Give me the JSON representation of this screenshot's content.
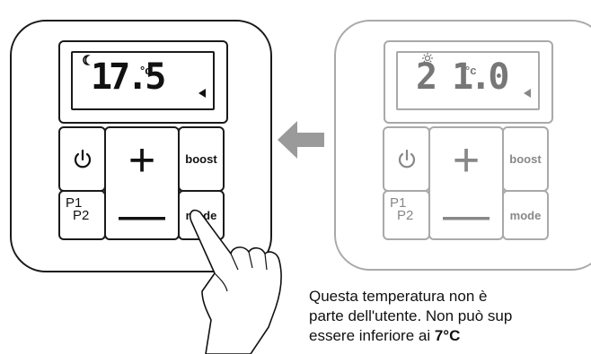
{
  "left_thermostat": {
    "display_value": "17.5",
    "unit": "°c",
    "power_symbol": "⏻",
    "plus": "+",
    "minus": "—",
    "boost_label": "boost",
    "mode_label": "mode",
    "p1_label": "P1",
    "p2_label": "P2"
  },
  "right_thermostat": {
    "display_value": "2 1.0",
    "unit": "°c",
    "power_symbol": "⏻",
    "plus": "+",
    "minus": "—",
    "boost_label": "boost",
    "mode_label": "mode",
    "p1_label": "P1",
    "p2_label": "P2"
  },
  "caption": {
    "line1": "Questa  temperatura  non  è",
    "line2": "parte dell'utente. Non può sup",
    "line3_prefix": "essere inferiore ai ",
    "line3_bold": "7°C"
  },
  "colors": {
    "active": "#1a1a1a",
    "inactive": "#a9a9a9",
    "arrow": "#9a9a9a"
  }
}
